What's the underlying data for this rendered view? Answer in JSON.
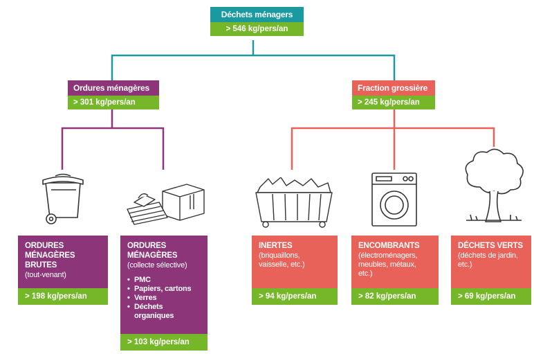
{
  "root": {
    "title": "Déchets ménagers",
    "amount": "> 546 kg/pers/an"
  },
  "branches": [
    {
      "title": "Ordures ménagères",
      "amount": "> 301 kg/pers/an"
    },
    {
      "title": "Fraction grossière",
      "amount": "> 245 kg/pers/an"
    }
  ],
  "leaves": [
    {
      "title_lines": [
        "ORDURES",
        "MÉNAGÈRES",
        "BRUTES"
      ],
      "subtitle": "(tout-venant)",
      "items": [],
      "amount": "> 198 kg/pers/an",
      "icon": "trash-bin-icon"
    },
    {
      "title_lines": [
        "ORDURES",
        "MÉNAGÈRES"
      ],
      "subtitle": "(collecte sélective)",
      "items": [
        "PMC",
        "Papiers, cartons",
        "Verres",
        "Déchets organiques"
      ],
      "amount": "> 103 kg/pers/an",
      "icon": "paper-cardboard-icon"
    },
    {
      "title_lines": [
        "INERTES"
      ],
      "subtitle": "(briquaillons, vaisselle, etc.)",
      "items": [],
      "amount": "> 94 kg/pers/an",
      "icon": "rubble-container-icon"
    },
    {
      "title_lines": [
        "ENCOMBRANTS"
      ],
      "subtitle": "(électroménagers, meubles, métaux, etc.)",
      "items": [],
      "amount": "> 82 kg/pers/an",
      "icon": "washing-machine-icon"
    },
    {
      "title_lines": [
        "DÉCHETS VERTS"
      ],
      "subtitle": "(déchets de jardin, etc.)",
      "items": [],
      "amount": "> 69 kg/pers/an",
      "icon": "tree-icon"
    }
  ],
  "colors": {
    "root": "#1a9aa0",
    "household": "#8c3679",
    "bulky": "#e8625a",
    "amount": "#76b72a"
  }
}
